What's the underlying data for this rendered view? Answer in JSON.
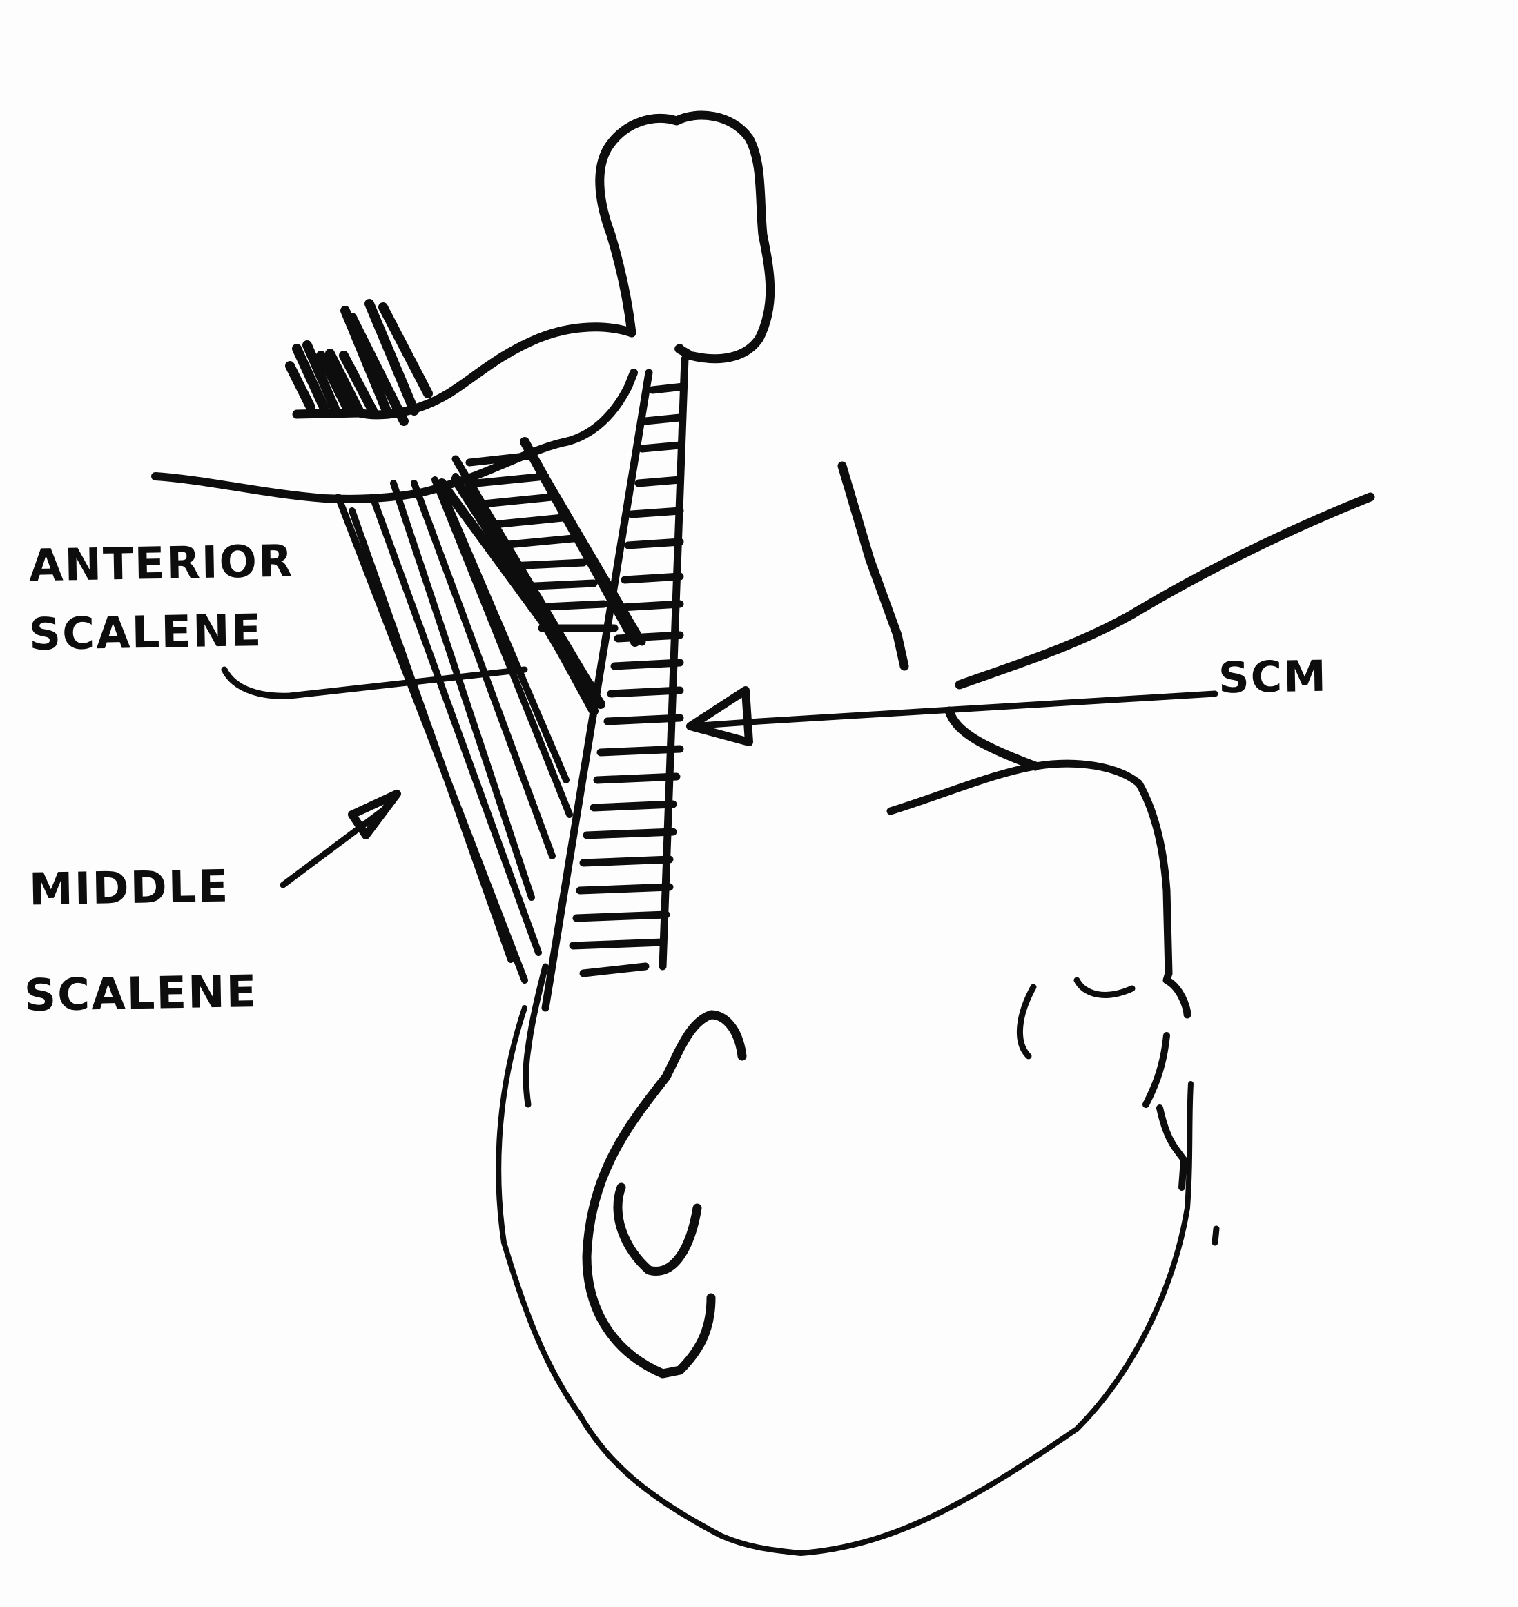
{
  "diagram": {
    "subject": "Hand-drawn anatomical sketch of the head and neck (supine, chin up) showing scalene muscles and sternocleidomastoid",
    "labels": {
      "anterior_scalene_line1": "ANTERIOR",
      "anterior_scalene_line2": "SCALENE",
      "middle_scalene_line1": "MIDDLE",
      "middle_scalene_line2": "SCALENE",
      "scm": "SCM"
    },
    "structures": [
      "clavicle",
      "acromion / shoulder",
      "trapezius hatching",
      "anterior scalene",
      "middle scalene",
      "sternocleidomastoid (SCM)",
      "head / face",
      "ear",
      "jaw line"
    ],
    "colors": {
      "ink": "#0d0d0d",
      "paper": "#fdfdfd"
    }
  }
}
